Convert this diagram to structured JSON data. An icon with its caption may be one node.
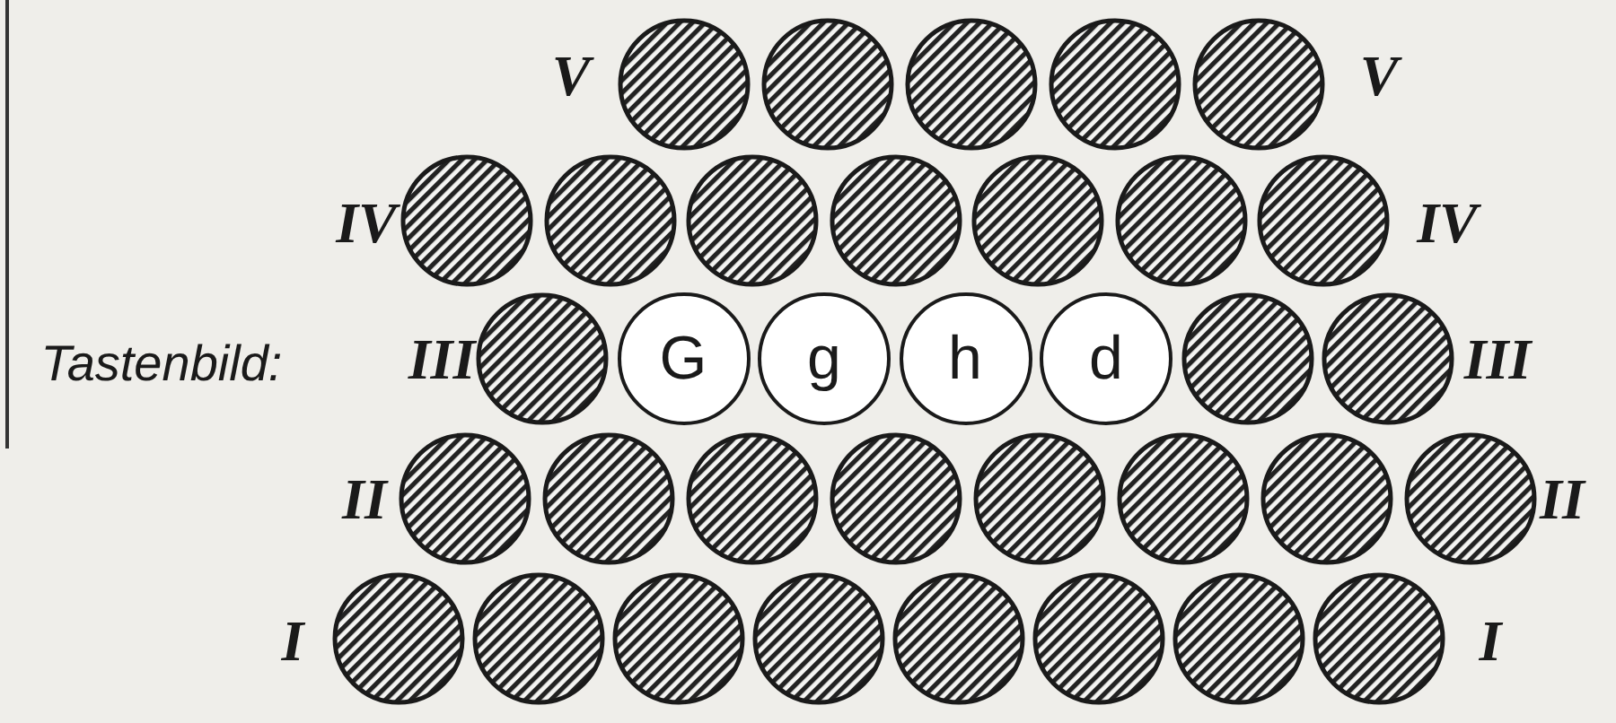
{
  "diagram": {
    "nodes": [
      {
        "text": [],
        "shape": "circle"
      },
      {
        "text": [],
        "shape": "circle"
      },
      {
        "text": [],
        "shape": "circle"
      },
      {
        "text": [],
        "shape": "circle"
      },
      {
        "text": [],
        "shape": "circle"
      },
      {
        "text": [],
        "shape": "circle"
      },
      {
        "text": [],
        "shape": "circle"
      },
      {
        "text": [],
        "shape": "circle"
      },
      {
        "text": [],
        "shape": "circle"
      },
      {
        "text": [],
        "shape": "circle"
      },
      {
        "text": [],
        "shape": "circle"
      },
      {
        "text": [],
        "shape": "circle"
      },
      {
        "text": [],
        "shape": "circle"
      },
      {
        "text": [
          "G"
        ]
      },
      {
        "text": [
          "g"
        ]
      },
      {
        "text": [
          "h"
        ]
      },
      {
        "text": [
          "d"
        ]
      },
      {
        "text": [],
        "shape": "circle"
      },
      {
        "text": [],
        "shape": "circle"
      },
      {
        "text": [],
        "shape": "circle"
      },
      {
        "text": [],
        "shape": "circle"
      },
      {
        "text": [],
        "shape": "circle"
      },
      {
        "text": [],
        "shape": "circle"
      },
      {
        "text": [],
        "shape": "circle"
      },
      {
        "text": [],
        "shape": "circle"
      },
      {
        "text": [],
        "shape": "circle"
      },
      {
        "text": [],
        "shape": "circle"
      },
      {
        "text": [],
        "shape": "circle"
      },
      {
        "text": [],
        "shape": "circle"
      },
      {
        "text": [],
        "shape": "circle"
      },
      {
        "text": [],
        "shape": "circle"
      },
      {
        "text": [],
        "shape": "circle"
      },
      {
        "text": [],
        "shape": "circle"
      },
      {
        "text": [],
        "shape": "circle"
      },
      {
        "text": [],
        "shape": "circle"
      }
    ],
    "labels": [
      "V",
      "V",
      "IV",
      "IV",
      "Tastenbild:",
      "III",
      "III",
      "II",
      "II",
      "I",
      "I"
    ]
  }
}
